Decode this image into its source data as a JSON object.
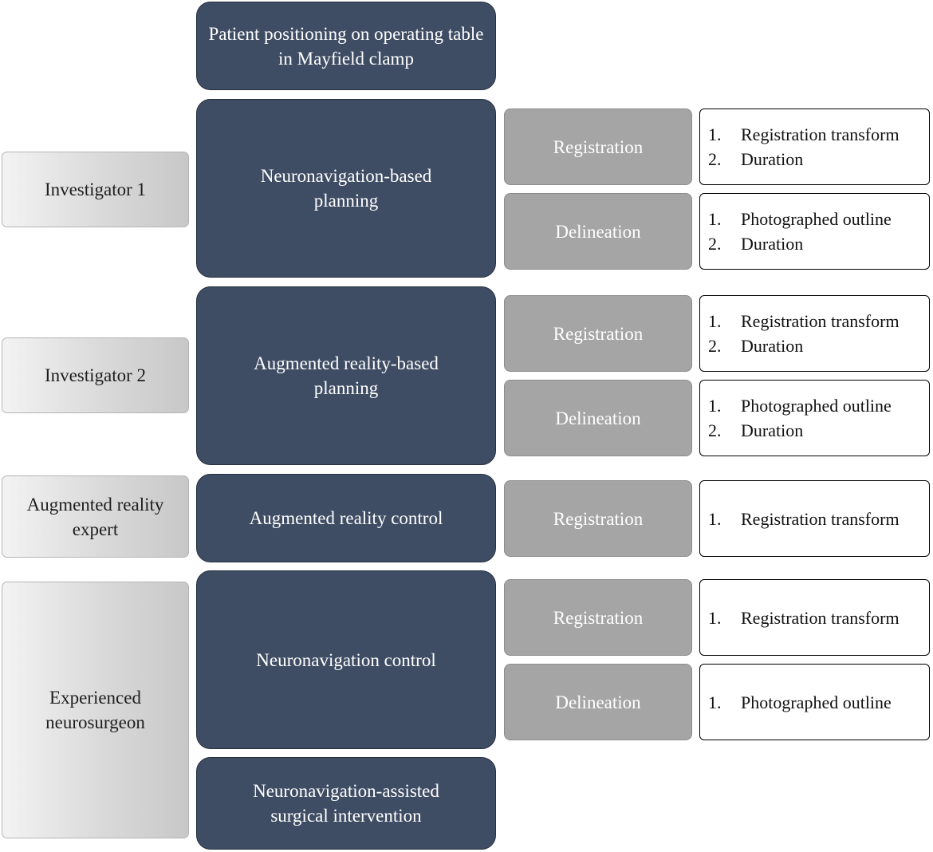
{
  "roles": [
    {
      "id": "investigator-1",
      "label": "Investigator 1"
    },
    {
      "id": "investigator-2",
      "label": "Investigator 2"
    },
    {
      "id": "ar-expert",
      "label": "Augmented reality expert"
    },
    {
      "id": "neurosurgeon",
      "label": "Experienced neurosurgeon"
    }
  ],
  "phases": [
    {
      "id": "positioning",
      "label": "Patient positioning on operating table in Mayfield clamp"
    },
    {
      "id": "nav-planning",
      "label": "Neuronavigation-based planning"
    },
    {
      "id": "ar-planning",
      "label": "Augmented reality-based planning"
    },
    {
      "id": "ar-control",
      "label": "Augmented reality control"
    },
    {
      "id": "nav-control",
      "label": "Neuronavigation control"
    },
    {
      "id": "nav-surgery",
      "label": "Neuronavigation-assisted surgical intervention"
    }
  ],
  "tasks": [
    {
      "label": "Registration",
      "outputs": [
        {
          "num": "1.",
          "text": "Registration transform"
        },
        {
          "num": "2.",
          "text": "Duration"
        }
      ]
    },
    {
      "label": "Delineation",
      "outputs": [
        {
          "num": "1.",
          "text": "Photographed outline"
        },
        {
          "num": "2.",
          "text": "Duration"
        }
      ]
    },
    {
      "label": "Registration",
      "outputs": [
        {
          "num": "1.",
          "text": "Registration transform"
        },
        {
          "num": "2.",
          "text": "Duration"
        }
      ]
    },
    {
      "label": "Delineation",
      "outputs": [
        {
          "num": "1.",
          "text": "Photographed outline"
        },
        {
          "num": "2.",
          "text": "Duration"
        }
      ]
    },
    {
      "label": "Registration",
      "outputs": [
        {
          "num": "1.",
          "text": "Registration transform"
        }
      ]
    },
    {
      "label": "Registration",
      "outputs": [
        {
          "num": "1.",
          "text": "Registration transform"
        }
      ]
    },
    {
      "label": "Delineation",
      "outputs": [
        {
          "num": "1.",
          "text": "Photographed outline"
        }
      ]
    }
  ]
}
